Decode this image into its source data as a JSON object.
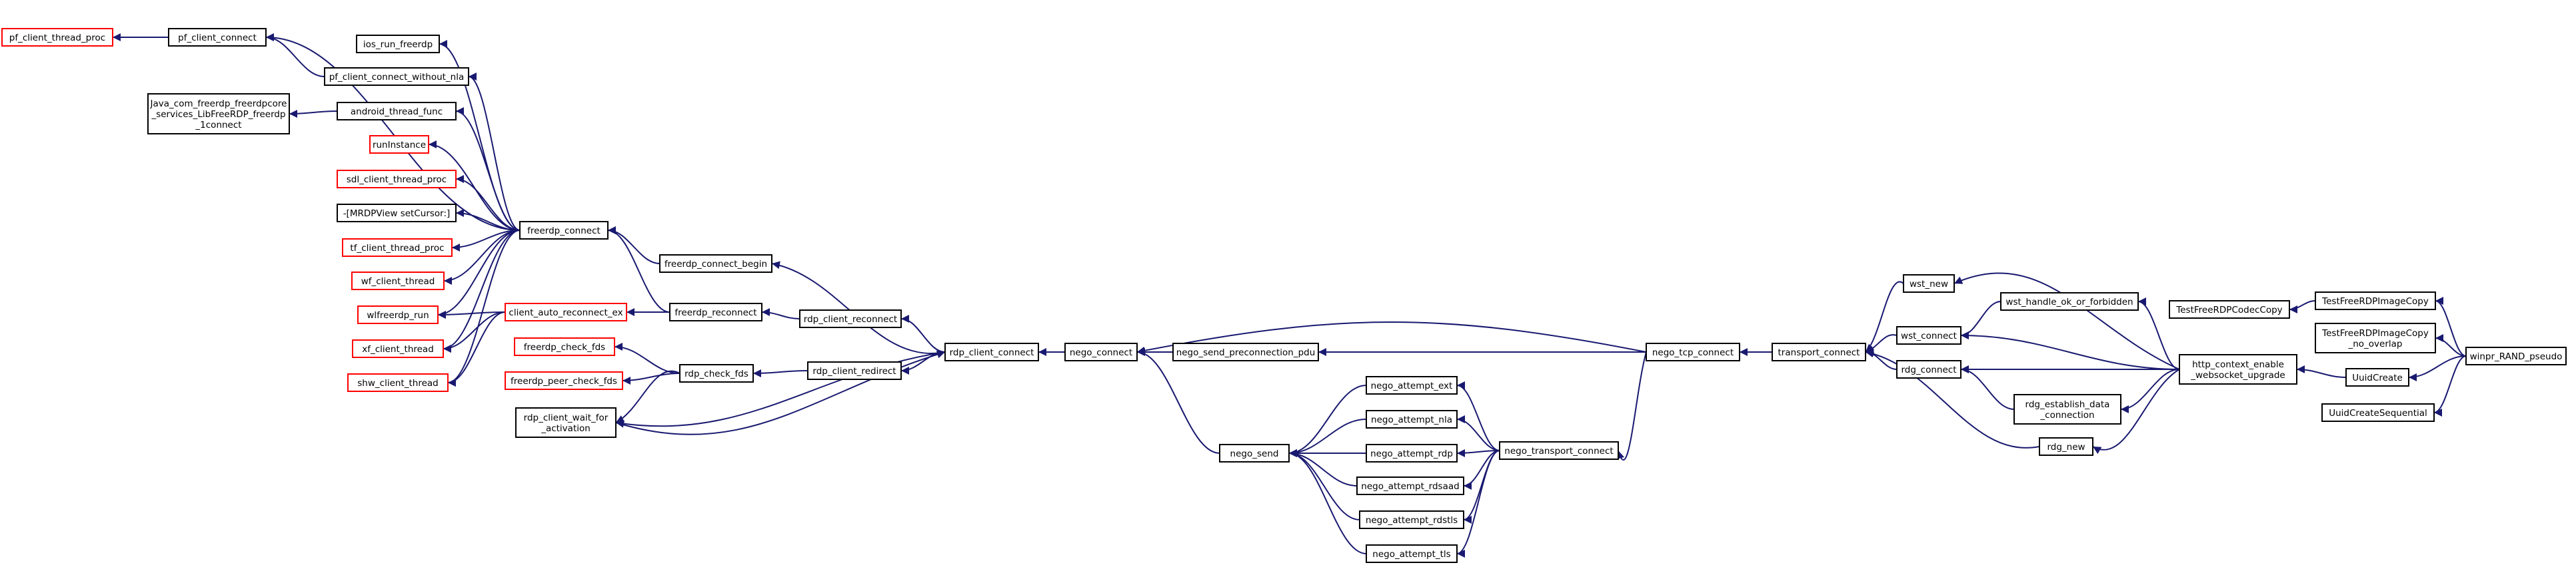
{
  "colors": {
    "edge": "#191970",
    "node_border": "#000000",
    "node_border_truncated": "#ff0000",
    "node_fill": "#ffffff",
    "focus_fill": "#999999"
  },
  "nodes": {
    "winpr_rand_pseudo": {
      "lines": [
        "winpr_RAND_pseudo"
      ],
      "style": "focus"
    },
    "test_imagecopy": {
      "lines": [
        "TestFreeRDPImageCopy"
      ],
      "style": "normal"
    },
    "test_imagecopy_no_overlap": {
      "lines": [
        "TestFreeRDPImageCopy",
        "_no_overlap"
      ],
      "style": "normal"
    },
    "uuid_create": {
      "lines": [
        "UuidCreate"
      ],
      "style": "normal"
    },
    "uuid_create_sequential": {
      "lines": [
        "UuidCreateSequential"
      ],
      "style": "normal"
    },
    "test_codec_copy": {
      "lines": [
        "TestFreeRDPCodecCopy"
      ],
      "style": "normal"
    },
    "http_context_enable_websocket_upgrade": {
      "lines": [
        "http_context_enable",
        "_websocket_upgrade"
      ],
      "style": "normal"
    },
    "wst_handle_ok_or_forbidden": {
      "lines": [
        "wst_handle_ok_or_forbidden"
      ],
      "style": "normal"
    },
    "rdg_establish_data_connection": {
      "lines": [
        "rdg_establish_data",
        "_connection"
      ],
      "style": "normal"
    },
    "wst_new": {
      "lines": [
        "wst_new"
      ],
      "style": "normal"
    },
    "wst_connect": {
      "lines": [
        "wst_connect"
      ],
      "style": "normal"
    },
    "rdg_connect": {
      "lines": [
        "rdg_connect"
      ],
      "style": "normal"
    },
    "rdg_new": {
      "lines": [
        "rdg_new"
      ],
      "style": "normal"
    },
    "transport_connect": {
      "lines": [
        "transport_connect"
      ],
      "style": "normal"
    },
    "nego_tcp_connect": {
      "lines": [
        "nego_tcp_connect"
      ],
      "style": "normal"
    },
    "nego_transport_connect": {
      "lines": [
        "nego_transport_connect"
      ],
      "style": "normal"
    },
    "nego_attempt_ext": {
      "lines": [
        "nego_attempt_ext"
      ],
      "style": "normal"
    },
    "nego_attempt_nla": {
      "lines": [
        "nego_attempt_nla"
      ],
      "style": "normal"
    },
    "nego_attempt_rdp": {
      "lines": [
        "nego_attempt_rdp"
      ],
      "style": "normal"
    },
    "nego_attempt_rdsaad": {
      "lines": [
        "nego_attempt_rdsaad"
      ],
      "style": "normal"
    },
    "nego_attempt_rdstls": {
      "lines": [
        "nego_attempt_rdstls"
      ],
      "style": "normal"
    },
    "nego_attempt_tls": {
      "lines": [
        "nego_attempt_tls"
      ],
      "style": "normal"
    },
    "nego_send": {
      "lines": [
        "nego_send"
      ],
      "style": "normal"
    },
    "nego_send_preconnection_pdu": {
      "lines": [
        "nego_send_preconnection_pdu"
      ],
      "style": "normal"
    },
    "nego_connect": {
      "lines": [
        "nego_connect"
      ],
      "style": "normal"
    },
    "rdp_client_connect": {
      "lines": [
        "rdp_client_connect"
      ],
      "style": "normal"
    },
    "freerdp_connect_begin": {
      "lines": [
        "freerdp_connect_begin"
      ],
      "style": "normal"
    },
    "rdp_client_reconnect": {
      "lines": [
        "rdp_client_reconnect"
      ],
      "style": "normal"
    },
    "rdp_client_redirect": {
      "lines": [
        "rdp_client_redirect"
      ],
      "style": "normal"
    },
    "freerdp_reconnect": {
      "lines": [
        "freerdp_reconnect"
      ],
      "style": "normal"
    },
    "rdp_check_fds": {
      "lines": [
        "rdp_check_fds"
      ],
      "style": "normal"
    },
    "freerdp_connect": {
      "lines": [
        "freerdp_connect"
      ],
      "style": "normal"
    },
    "client_auto_reconnect_ex": {
      "lines": [
        "client_auto_reconnect_ex"
      ],
      "style": "truncated"
    },
    "freerdp_check_fds": {
      "lines": [
        "freerdp_check_fds"
      ],
      "style": "truncated"
    },
    "freerdp_peer_check_fds": {
      "lines": [
        "freerdp_peer_check_fds"
      ],
      "style": "truncated"
    },
    "rdp_client_wait_for_activation": {
      "lines": [
        "rdp_client_wait_for",
        "_activation"
      ],
      "style": "normal"
    },
    "pf_client_connect": {
      "lines": [
        "pf_client_connect"
      ],
      "style": "normal"
    },
    "ios_run_freerdp": {
      "lines": [
        "ios_run_freerdp"
      ],
      "style": "normal"
    },
    "pf_client_connect_without_nla": {
      "lines": [
        "pf_client_connect_without_nla"
      ],
      "style": "normal"
    },
    "android_thread_func": {
      "lines": [
        "android_thread_func"
      ],
      "style": "normal"
    },
    "runinstance": {
      "lines": [
        "runInstance"
      ],
      "style": "truncated"
    },
    "sdl_client_thread_proc": {
      "lines": [
        "sdl_client_thread_proc"
      ],
      "style": "truncated"
    },
    "mrdpview_setcursor": {
      "lines": [
        "-[MRDPView setCursor:]"
      ],
      "style": "normal"
    },
    "tf_client_thread_proc": {
      "lines": [
        "tf_client_thread_proc"
      ],
      "style": "truncated"
    },
    "wf_client_thread": {
      "lines": [
        "wf_client_thread"
      ],
      "style": "truncated"
    },
    "wlfreerdp_run": {
      "lines": [
        "wlfreerdp_run"
      ],
      "style": "truncated"
    },
    "xf_client_thread": {
      "lines": [
        "xf_client_thread"
      ],
      "style": "truncated"
    },
    "shw_client_thread": {
      "lines": [
        "shw_client_thread"
      ],
      "style": "truncated"
    },
    "pf_client_thread_proc": {
      "lines": [
        "pf_client_thread_proc"
      ],
      "style": "truncated"
    },
    "java_com_freerdp_connect": {
      "lines": [
        "Java_com_freerdp_freerdpcore",
        "_services_LibFreeRDP_freerdp",
        "_1connect"
      ],
      "style": "normal"
    }
  },
  "edges": [
    [
      "test_imagecopy",
      "winpr_rand_pseudo"
    ],
    [
      "test_imagecopy_no_overlap",
      "winpr_rand_pseudo"
    ],
    [
      "uuid_create",
      "winpr_rand_pseudo"
    ],
    [
      "uuid_create_sequential",
      "winpr_rand_pseudo"
    ],
    [
      "test_codec_copy",
      "test_imagecopy"
    ],
    [
      "http_context_enable_websocket_upgrade",
      "uuid_create"
    ],
    [
      "wst_handle_ok_or_forbidden",
      "http_context_enable_websocket_upgrade"
    ],
    [
      "wst_new",
      "http_context_enable_websocket_upgrade"
    ],
    [
      "wst_connect",
      "http_context_enable_websocket_upgrade"
    ],
    [
      "rdg_connect",
      "http_context_enable_websocket_upgrade"
    ],
    [
      "rdg_establish_data_connection",
      "http_context_enable_websocket_upgrade"
    ],
    [
      "rdg_new",
      "http_context_enable_websocket_upgrade"
    ],
    [
      "wst_connect",
      "wst_handle_ok_or_forbidden"
    ],
    [
      "rdg_connect",
      "rdg_establish_data_connection"
    ],
    [
      "transport_connect",
      "wst_new"
    ],
    [
      "transport_connect",
      "wst_connect"
    ],
    [
      "transport_connect",
      "rdg_connect"
    ],
    [
      "transport_connect",
      "rdg_new"
    ],
    [
      "nego_tcp_connect",
      "transport_connect"
    ],
    [
      "nego_connect",
      "nego_tcp_connect"
    ],
    [
      "nego_send_preconnection_pdu",
      "nego_tcp_connect"
    ],
    [
      "nego_transport_connect",
      "nego_tcp_connect"
    ],
    [
      "nego_attempt_ext",
      "nego_transport_connect"
    ],
    [
      "nego_attempt_nla",
      "nego_transport_connect"
    ],
    [
      "nego_attempt_rdp",
      "nego_transport_connect"
    ],
    [
      "nego_attempt_rdsaad",
      "nego_transport_connect"
    ],
    [
      "nego_attempt_rdstls",
      "nego_transport_connect"
    ],
    [
      "nego_attempt_tls",
      "nego_transport_connect"
    ],
    [
      "nego_send",
      "nego_attempt_ext"
    ],
    [
      "nego_send",
      "nego_attempt_nla"
    ],
    [
      "nego_send",
      "nego_attempt_rdp"
    ],
    [
      "nego_send",
      "nego_attempt_rdsaad"
    ],
    [
      "nego_send",
      "nego_attempt_rdstls"
    ],
    [
      "nego_send",
      "nego_attempt_tls"
    ],
    [
      "nego_connect",
      "nego_send"
    ],
    [
      "nego_connect",
      "nego_send_preconnection_pdu"
    ],
    [
      "rdp_client_connect",
      "nego_connect"
    ],
    [
      "freerdp_connect_begin",
      "rdp_client_connect"
    ],
    [
      "rdp_client_reconnect",
      "rdp_client_connect"
    ],
    [
      "rdp_client_redirect",
      "rdp_client_connect"
    ],
    [
      "rdp_client_wait_for_activation",
      "rdp_client_connect"
    ],
    [
      "rdp_client_connect",
      "rdp_client_wait_for_activation"
    ],
    [
      "freerdp_reconnect",
      "rdp_client_reconnect"
    ],
    [
      "rdp_check_fds",
      "rdp_client_redirect"
    ],
    [
      "freerdp_connect",
      "freerdp_connect_begin"
    ],
    [
      "freerdp_connect",
      "freerdp_reconnect"
    ],
    [
      "client_auto_reconnect_ex",
      "freerdp_reconnect"
    ],
    [
      "freerdp_check_fds",
      "rdp_check_fds"
    ],
    [
      "freerdp_peer_check_fds",
      "rdp_check_fds"
    ],
    [
      "rdp_client_wait_for_activation",
      "rdp_check_fds"
    ],
    [
      "pf_client_connect",
      "freerdp_connect"
    ],
    [
      "ios_run_freerdp",
      "freerdp_connect"
    ],
    [
      "pf_client_connect_without_nla",
      "freerdp_connect"
    ],
    [
      "android_thread_func",
      "freerdp_connect"
    ],
    [
      "runinstance",
      "freerdp_connect"
    ],
    [
      "sdl_client_thread_proc",
      "freerdp_connect"
    ],
    [
      "mrdpview_setcursor",
      "freerdp_connect"
    ],
    [
      "tf_client_thread_proc",
      "freerdp_connect"
    ],
    [
      "wf_client_thread",
      "freerdp_connect"
    ],
    [
      "wlfreerdp_run",
      "freerdp_connect"
    ],
    [
      "xf_client_thread",
      "freerdp_connect"
    ],
    [
      "shw_client_thread",
      "freerdp_connect"
    ],
    [
      "wlfreerdp_run",
      "client_auto_reconnect_ex"
    ],
    [
      "xf_client_thread",
      "client_auto_reconnect_ex"
    ],
    [
      "shw_client_thread",
      "client_auto_reconnect_ex"
    ],
    [
      "pf_client_thread_proc",
      "pf_client_connect"
    ],
    [
      "pf_client_connect",
      "pf_client_connect_without_nla"
    ],
    [
      "java_com_freerdp_connect",
      "android_thread_func"
    ]
  ]
}
